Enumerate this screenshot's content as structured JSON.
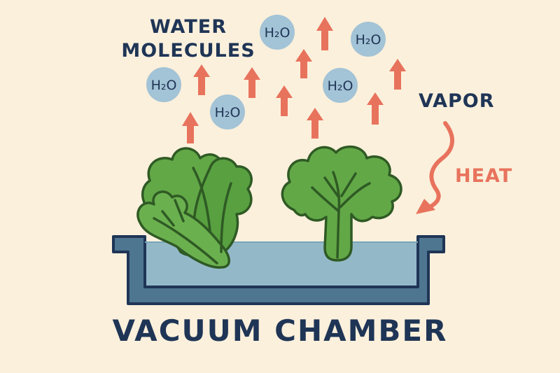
{
  "labels": {
    "water_line1": "WATER",
    "water_line2": "MOLECULES",
    "vapor": "VAPOR",
    "heat": "HEAT",
    "title": "VACUUM CHAMBER"
  },
  "molecule_text": "H₂O",
  "colors": {
    "background": "#fbf0dc",
    "text_dark": "#1f3556",
    "arrow_red": "#e8735d",
    "molecule_fill": "#a3c3d6",
    "water": "#93b9c9",
    "chamber_wall": "#4e7691",
    "chamber_outline": "#1f3556",
    "leaf_green": "#62a847",
    "leaf_dark": "#2f5a24"
  }
}
